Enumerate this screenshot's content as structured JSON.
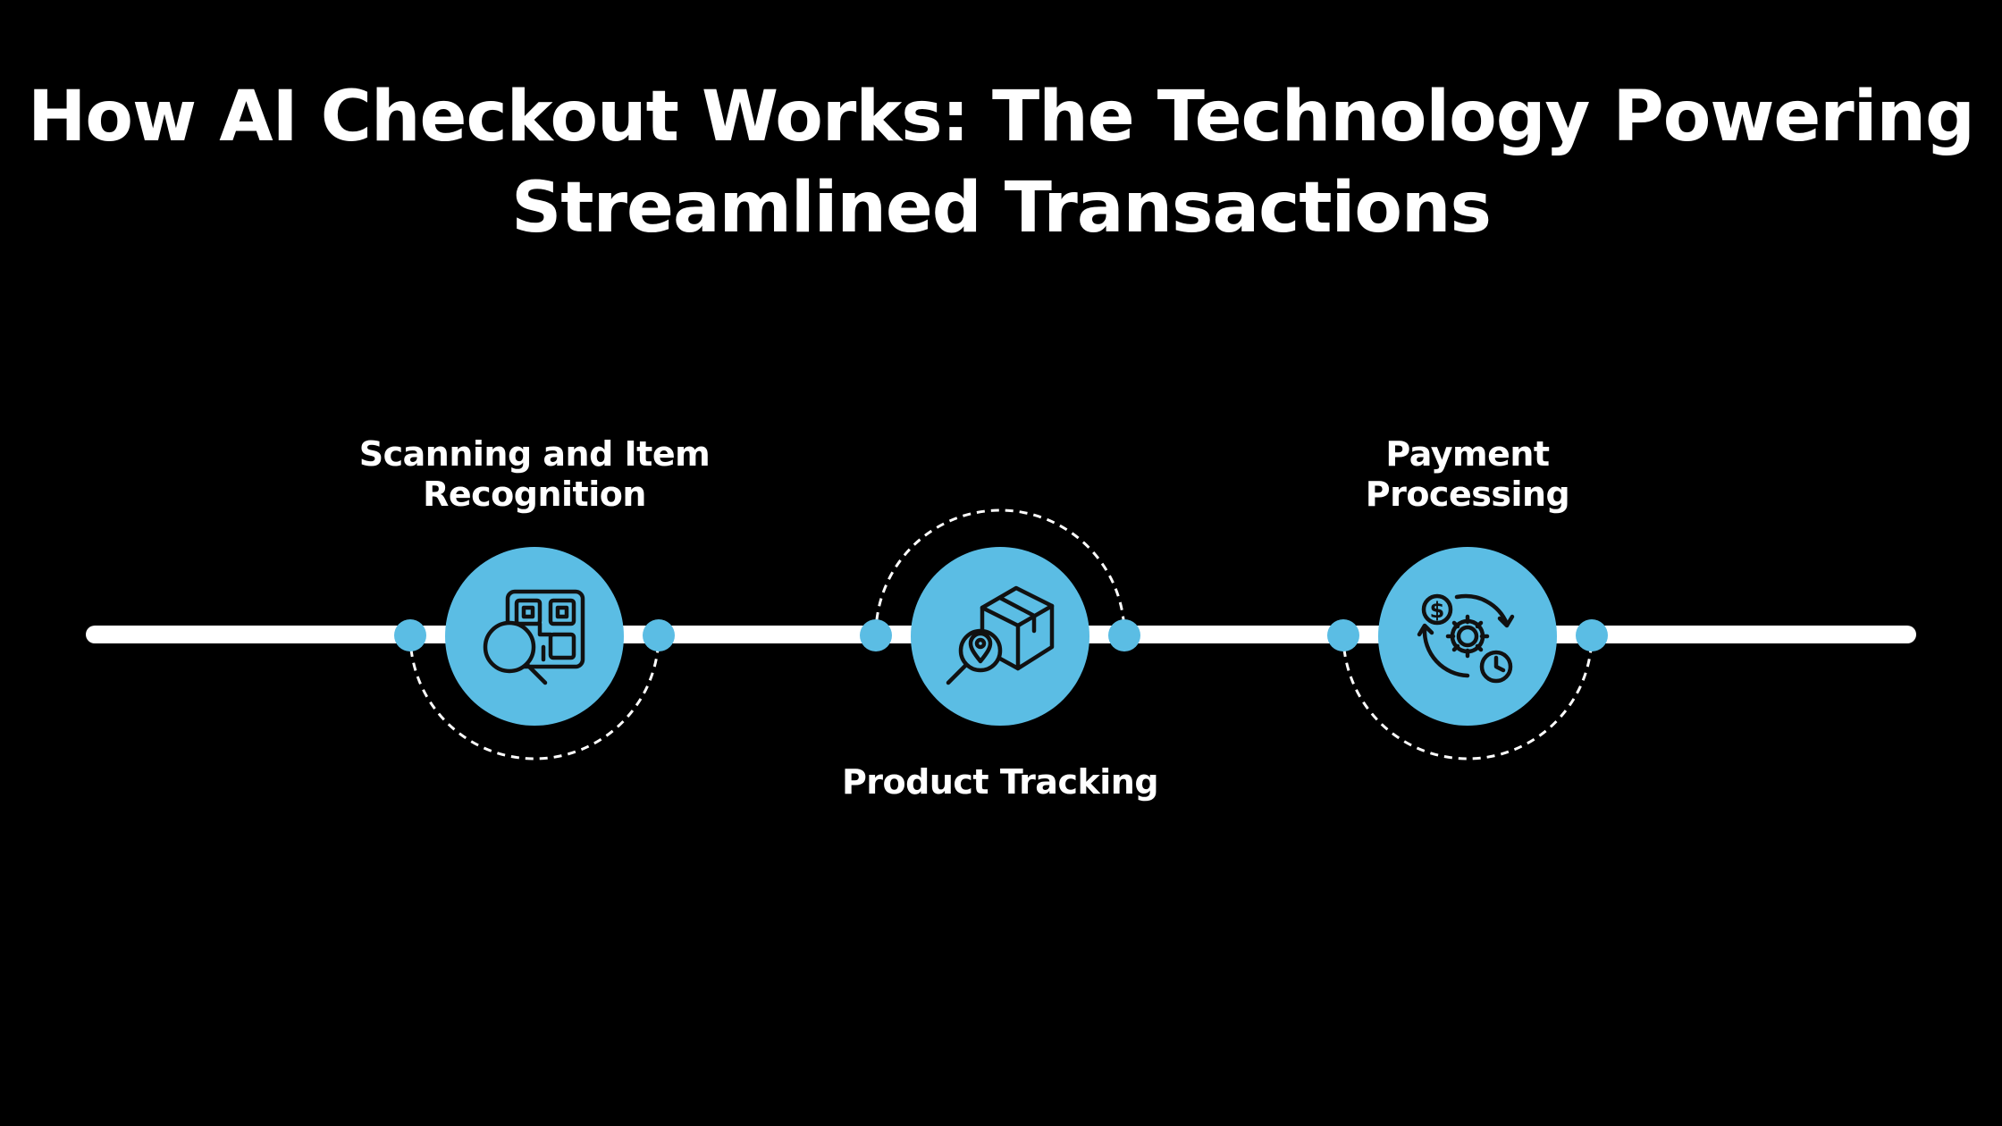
{
  "title": {
    "line1": "How AI Checkout Works: The Technology Powering",
    "line2": "Streamlined Transactions"
  },
  "colors": {
    "background": "#000000",
    "accent": "#5bbde4",
    "line": "#ffffff",
    "text": "#ffffff",
    "icon_stroke": "#111111"
  },
  "steps": [
    {
      "label_lines": [
        "Scanning and Item",
        "Recognition"
      ],
      "label_position": "above",
      "icon": "qr-code-search-icon"
    },
    {
      "label_lines": [
        "Product Tracking"
      ],
      "label_position": "below",
      "icon": "package-tracking-icon"
    },
    {
      "label_lines": [
        "Payment",
        "Processing"
      ],
      "label_position": "above",
      "icon": "payment-processing-icon"
    }
  ]
}
